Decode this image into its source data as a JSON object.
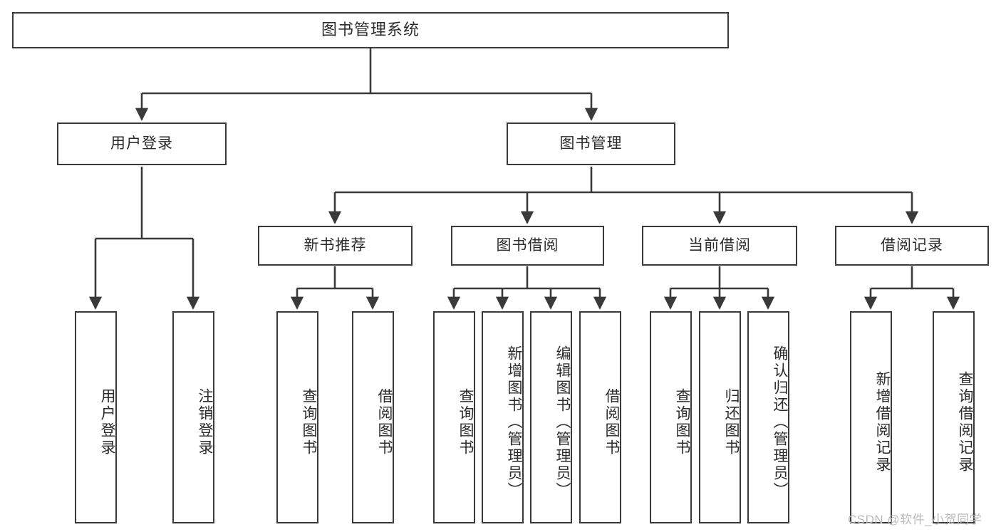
{
  "diagram": {
    "title": "图书管理系统",
    "watermark": "CSDN @软件_小贺同学",
    "colors": {
      "box_border": "#3a3a3a",
      "text": "#2b2b2b",
      "line": "#3a3a3a",
      "background": "#ffffff",
      "watermark": "#b9b9b9"
    }
  },
  "nodes": {
    "root": {
      "label": "图书管理系统"
    },
    "level2": [
      {
        "label": "用户登录"
      },
      {
        "label": "图书管理"
      }
    ],
    "level3": [
      {
        "label": "新书推荐"
      },
      {
        "label": "图书借阅"
      },
      {
        "label": "当前借阅"
      },
      {
        "label": "借阅记录"
      }
    ],
    "leaves": {
      "user_login": [
        {
          "label": "用户登录"
        },
        {
          "label": "注销登录"
        }
      ],
      "new_book_recommend": [
        {
          "label": "查询图书"
        },
        {
          "label": "借阅图书"
        }
      ],
      "book_borrow": [
        {
          "label": "查询图书"
        },
        {
          "label": "新增图书（管理员）"
        },
        {
          "label": "编辑图书（管理员）"
        },
        {
          "label": "借阅图书"
        }
      ],
      "current_borrow": [
        {
          "label": "查询图书"
        },
        {
          "label": "归还图书"
        },
        {
          "label": "确认归还（管理员）"
        }
      ],
      "borrow_record": [
        {
          "label": "新增借阅记录"
        },
        {
          "label": "查询借阅记录"
        }
      ]
    }
  },
  "chart_data": {
    "type": "tree",
    "title": "图书管理系统",
    "orientation": "top-down",
    "tree": {
      "name": "图书管理系统",
      "children": [
        {
          "name": "用户登录",
          "children": [
            {
              "name": "用户登录"
            },
            {
              "name": "注销登录"
            }
          ]
        },
        {
          "name": "图书管理",
          "children": [
            {
              "name": "新书推荐",
              "children": [
                {
                  "name": "查询图书"
                },
                {
                  "name": "借阅图书"
                }
              ]
            },
            {
              "name": "图书借阅",
              "children": [
                {
                  "name": "查询图书"
                },
                {
                  "name": "新增图书（管理员）"
                },
                {
                  "name": "编辑图书（管理员）"
                },
                {
                  "name": "借阅图书"
                }
              ]
            },
            {
              "name": "当前借阅",
              "children": [
                {
                  "name": "查询图书"
                },
                {
                  "name": "归还图书"
                },
                {
                  "name": "确认归还（管理员）"
                }
              ]
            },
            {
              "name": "借阅记录",
              "children": [
                {
                  "name": "新增借阅记录"
                },
                {
                  "name": "查询借阅记录"
                }
              ]
            }
          ]
        }
      ]
    }
  }
}
